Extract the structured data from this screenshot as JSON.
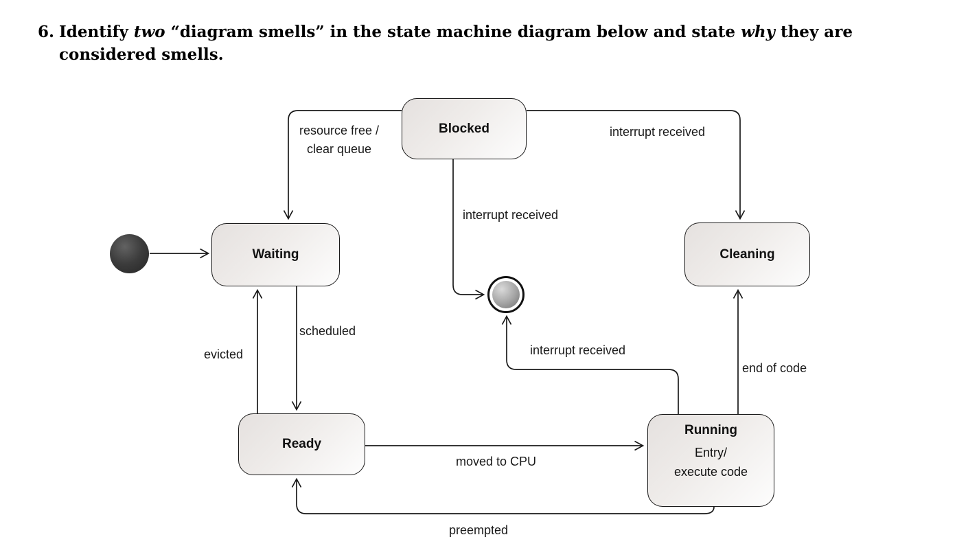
{
  "question": {
    "number": "6.",
    "line1_part1": "Identify ",
    "line1_italic1": "two",
    "line1_part2": " “diagram smells” in the state machine diagram below and state ",
    "line1_italic2": "why",
    "line1_part3": " they are",
    "line2": "considered smells."
  },
  "states": {
    "blocked": "Blocked",
    "waiting": "Waiting",
    "cleaning": "Cleaning",
    "ready": "Ready",
    "running": "Running",
    "running_entry": "Entry/",
    "running_entry_action": "execute code"
  },
  "transitions": {
    "blocked_to_waiting_line1": "resource free /",
    "blocked_to_waiting_line2": "clear queue",
    "blocked_to_cleaning": "interrupt received",
    "blocked_to_final": "interrupt received",
    "running_to_final": "interrupt received",
    "waiting_to_ready": "scheduled",
    "ready_to_waiting": "evicted",
    "ready_to_running": "moved to CPU",
    "running_to_cleaning": "end of code",
    "running_to_ready": "preempted"
  },
  "icons": {
    "initial": "initial-state-icon",
    "final": "final-state-icon"
  },
  "colors": {
    "stroke": "#1a1a1a",
    "state_fill_start": "#e5e1df",
    "state_fill_end": "#fdfdfd"
  }
}
